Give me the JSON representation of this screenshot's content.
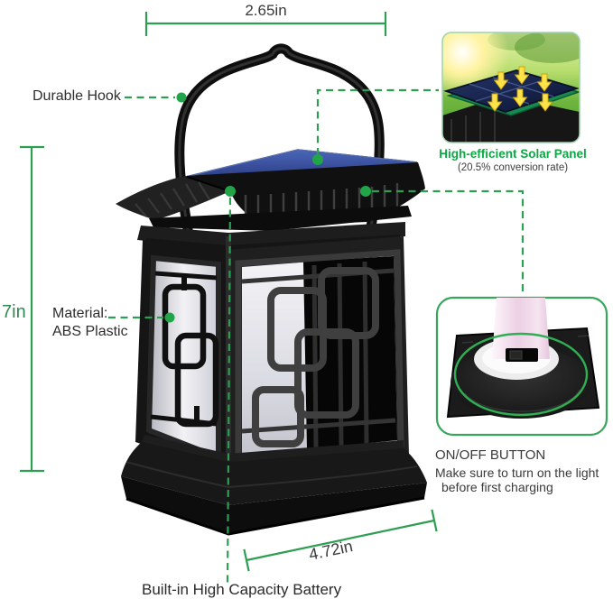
{
  "image_type": "annotated-product-diagram",
  "product": "solar-lantern",
  "colors": {
    "background": "#ffffff",
    "accent_green_line": "#2e9e52",
    "dot_green": "#21a548",
    "caption_green": "#0ca844",
    "text_dark": "#3a3a3a",
    "solar_panel_blue": "#2c3f7d",
    "tube_pink": "#f2d7ea",
    "lantern_black": "#141414"
  },
  "dimensions": {
    "top_width": "2.65in",
    "left_height": "7in",
    "bottom_width": "4.72in"
  },
  "callouts": {
    "hook_label": "Durable Hook",
    "material_label": "Material:\nABS Plastic",
    "battery_label": "Built-in High Capacity Battery"
  },
  "solar_inset": {
    "title": "High-efficient Solar Panel",
    "subtitle": "(20.5% conversion rate)"
  },
  "onoff_inset": {
    "title": "ON/OFF BUTTON",
    "note_line1": "Make sure to turn on the light",
    "note_line2": "before first charging"
  }
}
